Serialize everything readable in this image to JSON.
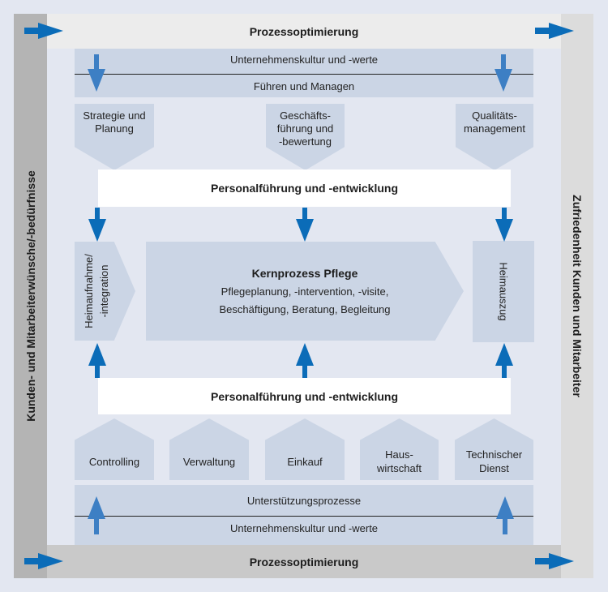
{
  "diagram": {
    "left_sidebar": {
      "label": "Kunden- und Mitarbeiterwünsche/-bedürfnisse"
    },
    "right_sidebar": {
      "label": "Zufriedenheit Kunden und Mitarbeiter"
    },
    "top_band": {
      "label": "Prozessoptimierung"
    },
    "bottom_band": {
      "label": "Prozessoptimierung"
    },
    "management_block": {
      "upper_label": "Unternehmenskultur und -werte",
      "lower_label": "Führen und Managen"
    },
    "management_processes": [
      {
        "label": "Strategie und\nPlanung"
      },
      {
        "label": "Geschäfts-\nführung und\n-bewertung"
      },
      {
        "label": "Qualitäts-\nmanagement"
      }
    ],
    "personnel_top": {
      "label": "Personalführung und -entwicklung"
    },
    "personnel_bottom": {
      "label": "Personalführung und -entwicklung"
    },
    "core_process": {
      "title": "Kernprozess Pflege",
      "line1": "Pflegeplanung, -intervention, -visite,",
      "line2": "Beschäftigung, Beratung, Begleitung"
    },
    "admission": {
      "label": "Heimaufnahme/\n-integration"
    },
    "exit": {
      "label": "Heimauszug"
    },
    "support_processes": [
      {
        "label": "Controlling"
      },
      {
        "label": "Verwaltung"
      },
      {
        "label": "Einkauf"
      },
      {
        "label": "Haus-\nwirtschaft"
      },
      {
        "label": "Technischer\nDienst"
      }
    ],
    "support_block": {
      "upper_label": "Unterstützungsprozesse",
      "lower_label": "Unternehmenskultur und -werte"
    },
    "colors": {
      "arrow": "#0b6cb8",
      "arrow_light": "#3d7fc4",
      "block_fill": "#cbd5e5",
      "background": "#e3e7f1"
    }
  }
}
